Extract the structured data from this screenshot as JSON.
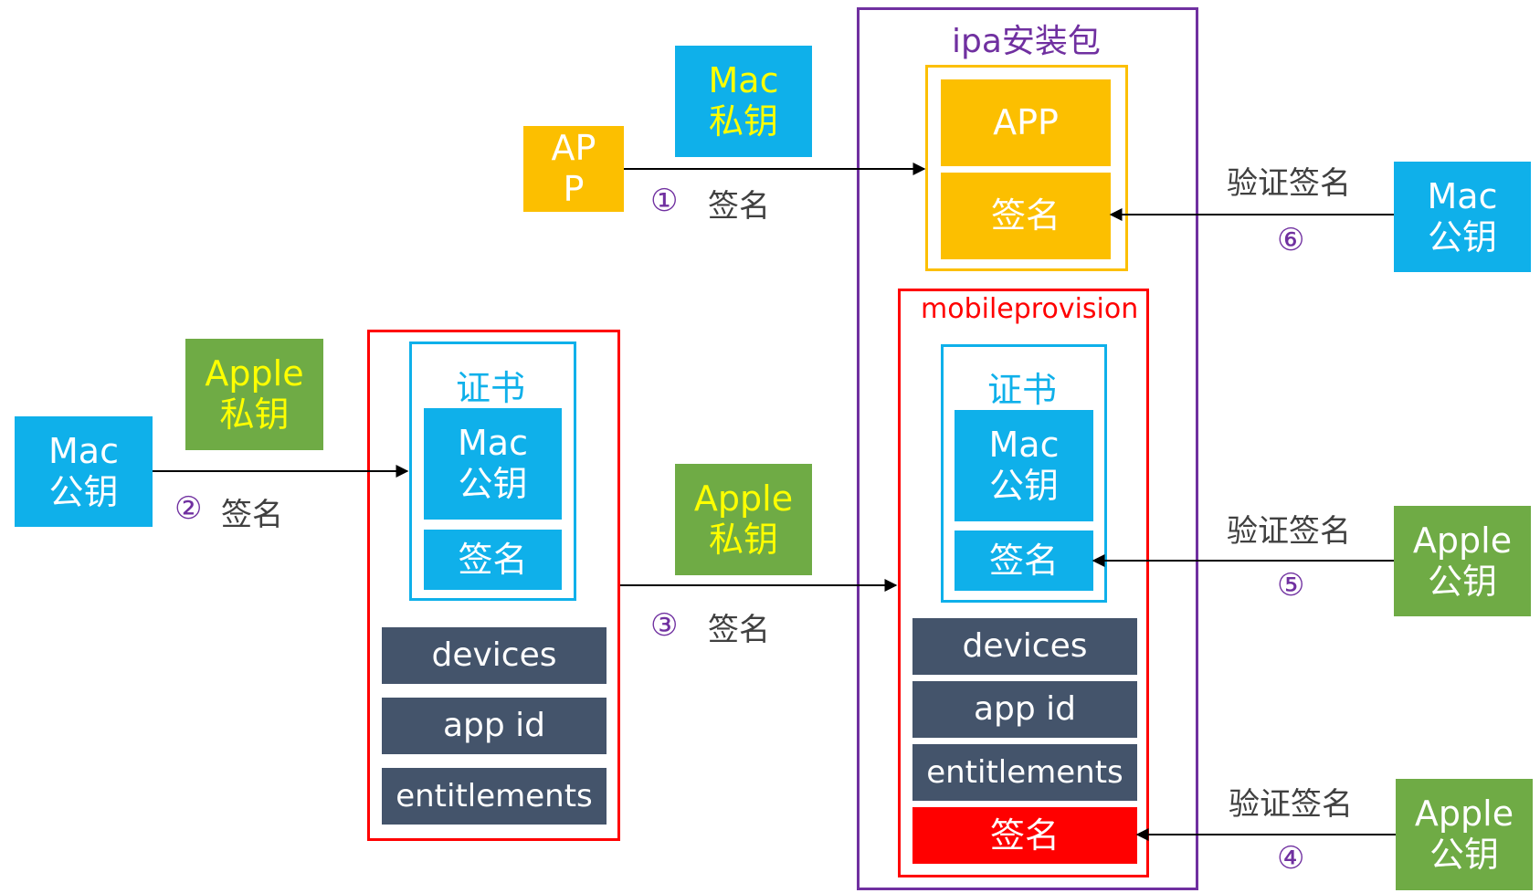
{
  "ipa": {
    "title": "ipa安装包",
    "app": "APP",
    "sign": "签名"
  },
  "app_source": {
    "line1": "AP",
    "line2": "P"
  },
  "mac_private": {
    "line1": "Mac",
    "line2": "私钥"
  },
  "step1": {
    "num": "①",
    "label": "签名"
  },
  "verify6": {
    "num": "⑥",
    "label": "验证签名"
  },
  "mac_public_right": {
    "line1": "Mac",
    "line2": "公钥"
  },
  "apple_private_left": {
    "line1": "Apple",
    "line2": "私钥"
  },
  "mac_public_left": {
    "line1": "Mac",
    "line2": "公钥"
  },
  "step2": {
    "num": "②",
    "label": "签名"
  },
  "left_cert": {
    "title": "证书",
    "mac_line1": "Mac",
    "mac_line2": "公钥",
    "sign": "签名",
    "rows": [
      "devices",
      "app id",
      "entitlements"
    ]
  },
  "apple_private_mid": {
    "line1": "Apple",
    "line2": "私钥"
  },
  "step3": {
    "num": "③",
    "label": "签名"
  },
  "mobileprovision": {
    "title": "mobileprovision",
    "cert_title": "证书",
    "mac_line1": "Mac",
    "mac_line2": "公钥",
    "cert_sign": "签名",
    "rows": [
      "devices",
      "app id",
      "entitlements"
    ],
    "sign": "签名"
  },
  "verify5": {
    "num": "⑤",
    "label": "验证签名"
  },
  "apple_public_5": {
    "line1": "Apple",
    "line2": "公钥"
  },
  "verify4": {
    "num": "④",
    "label": "验证签名"
  },
  "apple_public_4": {
    "line1": "Apple",
    "line2": "公钥"
  },
  "colors": {
    "blue": "#0fb0ea",
    "green": "#6fab45",
    "orange": "#fcbf00",
    "slate": "#44546b",
    "red": "#ff0000",
    "purple": "#7030a0",
    "yellow_text": "#ffff00"
  }
}
